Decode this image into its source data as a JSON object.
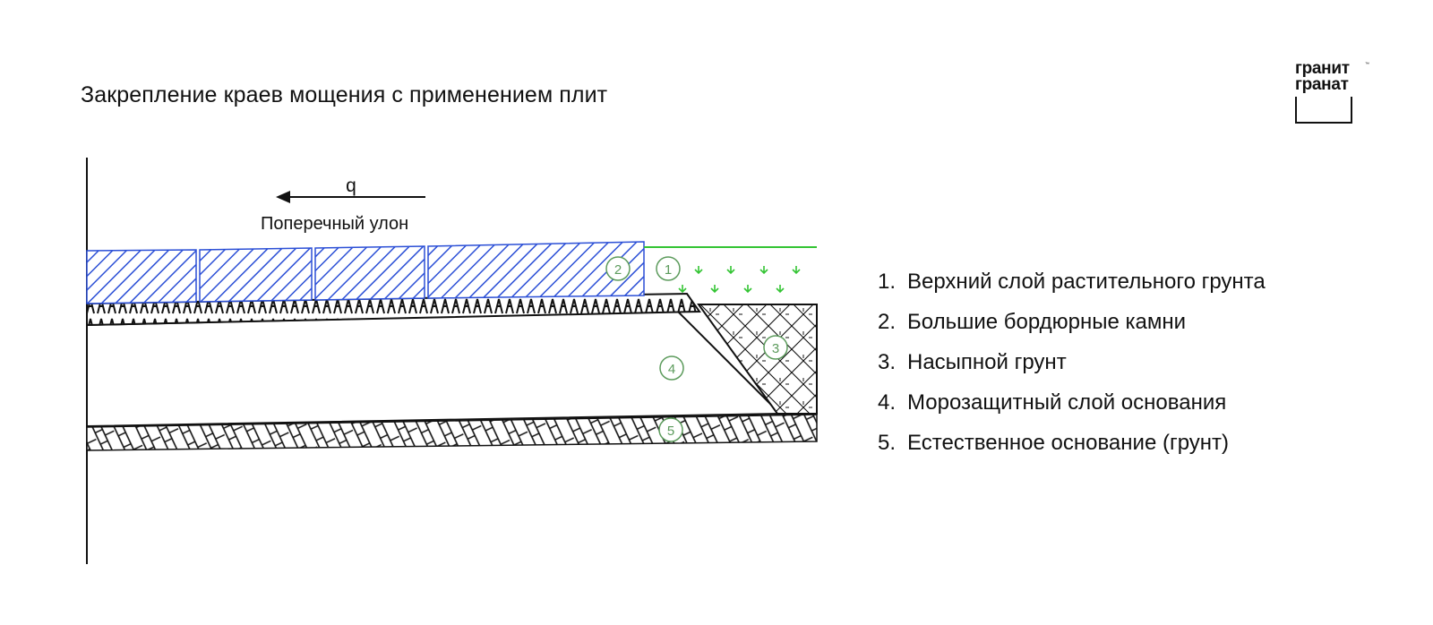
{
  "page": {
    "title": "Закрепление краев мощения с применением плит"
  },
  "logo": {
    "line1": "гранит",
    "line2": "гранат",
    "tm": "™"
  },
  "diagram": {
    "load_label": "q",
    "slope_label": "Поперечный улон",
    "markers": [
      "1",
      "2",
      "3",
      "4",
      "5"
    ],
    "colors": {
      "slab": "#2b4fd6",
      "vegetation": "#33c433",
      "marker": "#5c9b5c",
      "line": "#111111"
    }
  },
  "legend": {
    "items": [
      {
        "num": "1.",
        "text": "Верхний слой растительного грунта"
      },
      {
        "num": "2.",
        "text": "Большие бордюрные камни"
      },
      {
        "num": "3.",
        "text": "Насыпной грунт"
      },
      {
        "num": "4.",
        "text": "Морозащитный слой основания"
      },
      {
        "num": "5.",
        "text": "Естественное основание (грунт)"
      }
    ]
  }
}
